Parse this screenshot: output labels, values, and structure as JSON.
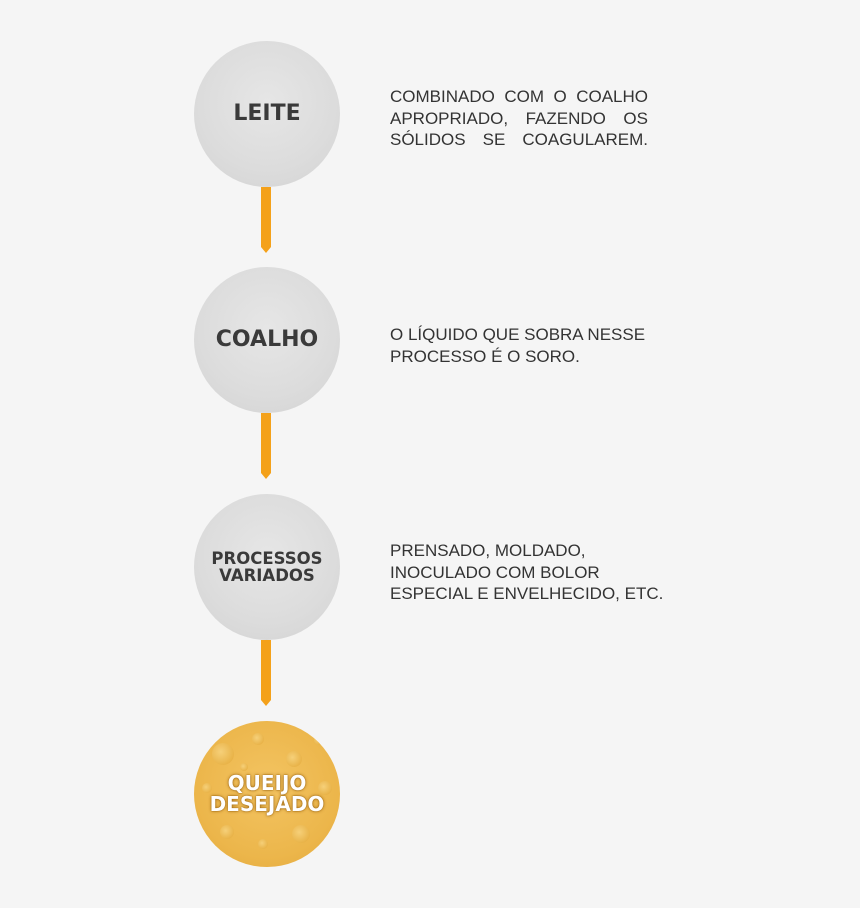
{
  "steps": [
    {
      "label": "LEITE",
      "description": [
        "COMBINADO COM O COALHO",
        "APROPRIADO, FAZENDO OS",
        "SÓLIDOS SE COAGULAREM."
      ]
    },
    {
      "label": "COALHO",
      "description": [
        "O LÍQUIDO QUE SOBRA NESSE",
        "PROCESSO É O SORO."
      ]
    },
    {
      "label": "PROCESSOS\nVARIADOS",
      "description": [
        "PRENSADO, MOLDADO,",
        "INOCULADO COM BOLOR",
        "ESPECIAL E ENVELHECIDO, ETC."
      ]
    },
    {
      "label": "QUEIJO\nDESEJADO"
    }
  ],
  "colors": {
    "background": "#f5f5f5",
    "node": "#dcdcdc",
    "connector": "#f4a11a",
    "cheese": "#ecb64b",
    "text": "#333333"
  },
  "icons": {
    "final_node": "cheese-texture-icon",
    "connector": "arrow-down-icon"
  }
}
